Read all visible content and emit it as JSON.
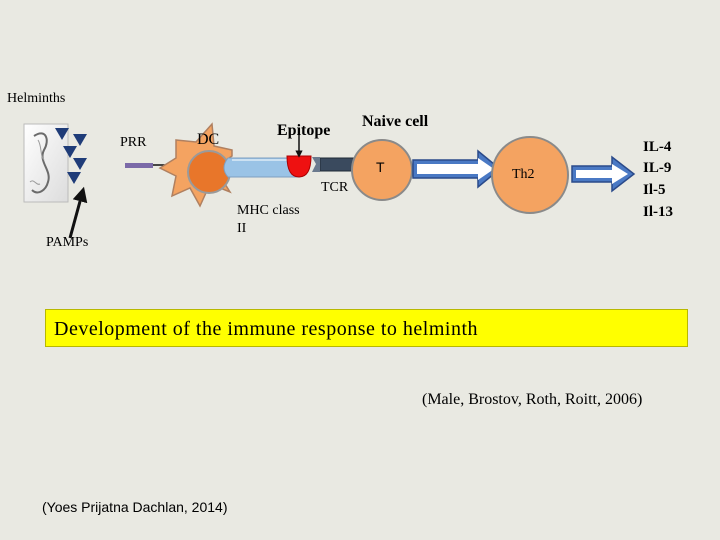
{
  "labels": {
    "helminths": "Helminths",
    "prr": "PRR",
    "dc": "DC",
    "epitope": "Epitope",
    "naive_cell": "Naive cell",
    "t_cell": "T",
    "th2": "Th2",
    "tcr": "TCR",
    "mhc_line1": "MHC class",
    "mhc_line2": "II",
    "pamps": "PAMPs",
    "cytokines": [
      "IL-4",
      "IL-9",
      "Il-5",
      "Il-13"
    ]
  },
  "banner": {
    "text": "Development of  the immune response to helminth"
  },
  "citations": {
    "male": "(Male, Brostov, Roth, Roitt, 2006)",
    "dachlan": "(Yoes Prijatna Dachlan, 2014)"
  },
  "colors": {
    "background": "#e9e9e2",
    "banner": "#ffff00",
    "cell_fill": "#f4a361",
    "cell_outline": "#9a9a9a",
    "nucleus": "#e8762a",
    "epitope": "#ee1111",
    "receptor": "#1f3c78",
    "arrow_fill": "#3a67b0"
  }
}
